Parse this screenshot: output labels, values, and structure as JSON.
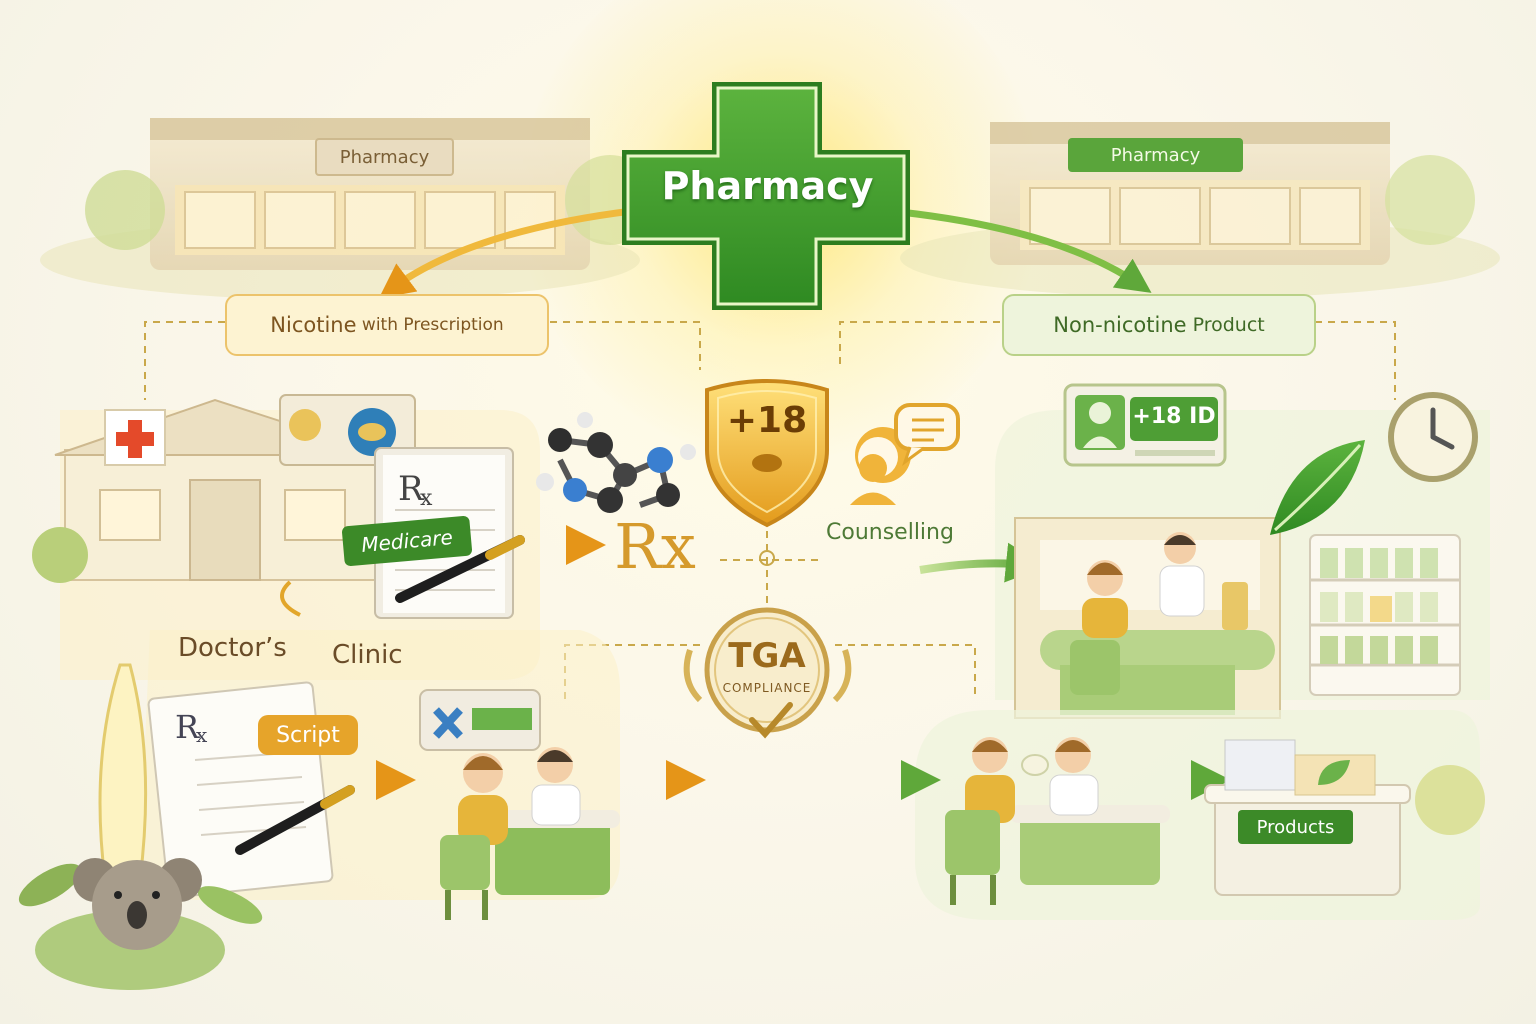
{
  "center": {
    "title": "Pharmacy",
    "age_badge": "+18",
    "compliance_main": "TGA",
    "compliance_sub": "COMPLIANCE"
  },
  "buildings": {
    "left_sign": "Pharmacy",
    "right_sign": "Pharmacy"
  },
  "left_path": {
    "label_strong": "Nicotine",
    "label_rest": " with Prescription",
    "medicare": "Medicare",
    "rx": "Rx",
    "doctors": "Doctor’s",
    "clinic": "Clinic",
    "script": "Script"
  },
  "right_path": {
    "label_strong": "Non-nicotine",
    "label_rest": " Product",
    "id_badge": "+18 ID",
    "counselling": "Counselling",
    "products": "Products"
  },
  "colors": {
    "green": "#3f9a2f",
    "dark_green": "#2f7a22",
    "gold": "#e2a62a",
    "cream": "#fbf7ea"
  }
}
